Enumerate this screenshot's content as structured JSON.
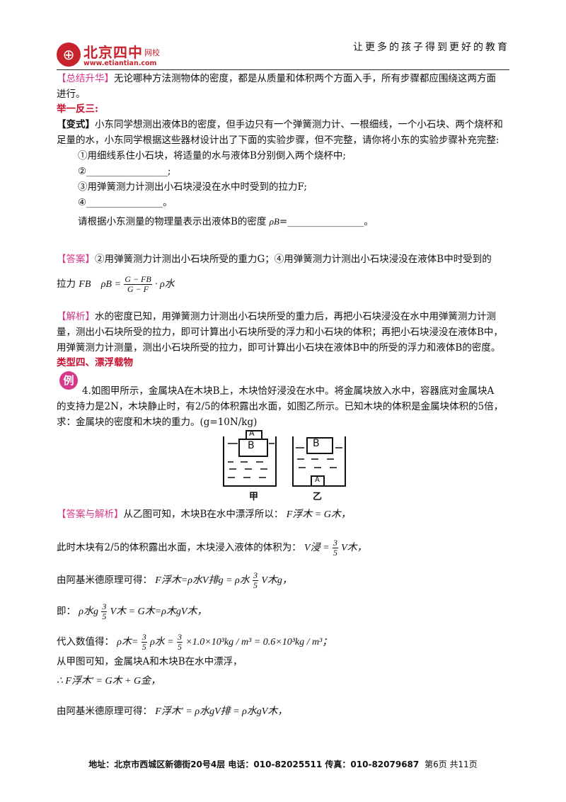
{
  "header": {
    "logo_glyph": "⊕",
    "logo_name": "北京四中",
    "logo_sub": "网校",
    "logo_url": "www.etiantian.com",
    "slogan": "让更多的孩子得到更好的教育"
  },
  "summary": {
    "tag": "【总结升华】",
    "line1": "无论哪种方法测物体的密度，都是从质量和体积两个方面入手，所有步骤都应围绕这两方面",
    "line2": "进行。"
  },
  "section_title": "举一反三:",
  "variant": {
    "tag": "【变式】",
    "line1": "小东同学想测出液体B的密度，但手边只有一个弹簧测力计、一根细线，一个小石块、两个烧杯和",
    "line2": "足量的水，小东同学根据这些器材设计出了下面的实验步骤，但不完整，请你将小东的实验步骤补充完整:",
    "step1": "①用细线系住小石块，将适量的水与液体B分别倒入两个烧杯中;",
    "step2": "②_________________;",
    "step3": "③用弹簧测力计测出小石块浸没在水中时受到的拉力F;",
    "step4": "④________________。",
    "ask": "请根据小东测量的物理量表示出液体B的密度",
    "ask_symbol": "ρB",
    "ask_blank": "=________________。"
  },
  "answer": {
    "tag": "【答案】",
    "line1": "②用弹簧测力计测出小石块所受的重力G；④用弹簧测力计测出小石块浸没在液体B中时受到的",
    "line2_prefix": "拉力",
    "fb": "FB",
    "formula_lhs": "ρB =",
    "formula_num": "G − FB",
    "formula_den": "G − F",
    "formula_tail": "· ρ水"
  },
  "analysis": {
    "tag": "【解析】",
    "line1": "水的密度已知，用弹簧测力计测出小石块所受的重力后，再把小石块浸没在水中用弹簧测力计测",
    "line2": "量，测出小石块所受的拉力，即可计算出小石块所受的浮力和小石块的体积；再把小石块浸没在液体B中，",
    "line3": "用弹簧测力计测量，测出小石块所受的拉力，即可计算出小石块在液体B中的所受的浮力和液体B的密度。"
  },
  "type_title": "类型四、漂浮载物",
  "example": {
    "badge": "例",
    "line1": "4.如图甲所示，金属块A在木块B上，木块恰好浸没在水中。将金属块放入水中，容器底对金属块A",
    "line2": "的支持力是2N，木块静止时，有2/5的体积露出水面，如图乙所示。已知木块的体积是金属块体积的5倍，",
    "line3": "求：金属块的密度和木块的重力。(g=10N/kg)"
  },
  "figure": {
    "left_caption": "甲",
    "right_caption": "乙",
    "block_a": "A",
    "block_b": "B"
  },
  "solution": {
    "tag": "【答案与解析】",
    "s1_text": "从乙图可知，木块B在水中漂浮所以：",
    "s1_math": "F浮木 = G木，",
    "s2_text": "此时木块有2/5的体积露出水面，木块浸入液体的体积为：",
    "s2_math_pre": "V浸 =",
    "s2_frac_num": "3",
    "s2_frac_den": "5",
    "s2_math_post": "V木，",
    "s3_text": "由阿基米德原理可得：",
    "s3_math_pre": "F浮木=ρ水V排g = ρ水",
    "s3_math_post": "V木g，",
    "s4_text": "即：",
    "s4_math_pre": "ρ水g",
    "s4_math_post": "V木 = G木=ρ木gV木，",
    "s5_text": "代入数值得：",
    "s5_math_pre": "ρ木=",
    "s5_math_mid": "ρ水 =",
    "s5_math_post": "×1.0×10³kg / m³ = 0.6×10³kg / m³；",
    "s6_text": "从甲图可知，金属块A和木块B在水中漂浮，",
    "s7_math": "∴ F浮木′ = G木 + G金，",
    "s8_text": "由阿基米德原理可得：",
    "s8_math": "F浮木′ = ρ水gV排 = ρ水gV木，"
  },
  "footer": {
    "address": "地址：北京市西城区新德街20号4层  电话：010-82025511  传真：010-82079687",
    "page": "第6页  共11页"
  }
}
